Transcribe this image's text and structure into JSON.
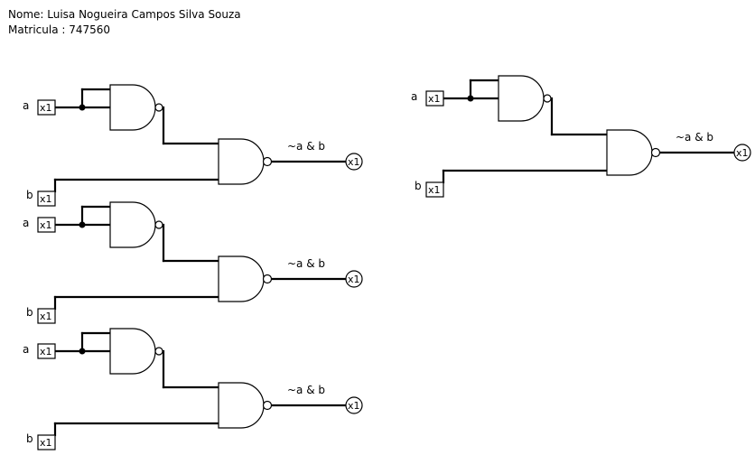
{
  "header": {
    "name_line": "Nome: Luisa Nogueira Campos Silva Souza",
    "id_line": "Matricula : 747560"
  },
  "circuits": [
    {
      "input_a": "a",
      "input_b": "b",
      "output_label": "~a & b",
      "pin_text": "x1"
    },
    {
      "input_a": "a",
      "input_b": "b",
      "output_label": "~a & b",
      "pin_text": "x1"
    },
    {
      "input_a": "a",
      "input_b": "b",
      "output_label": "~a & b",
      "pin_text": "x1"
    },
    {
      "input_a": "a",
      "input_b": "b",
      "output_label": "~a & b",
      "pin_text": "x1"
    }
  ]
}
